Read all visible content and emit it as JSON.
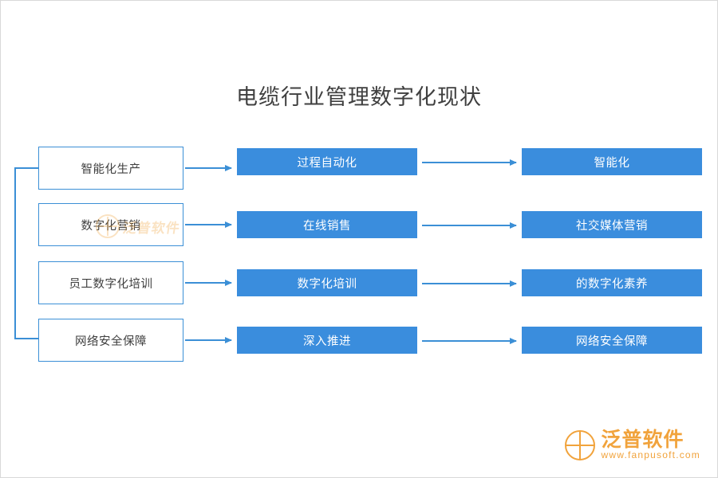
{
  "diagram": {
    "title": "电缆行业管理数字化现状",
    "accent_outline_color": "#3b8fd6",
    "accent_fill_color": "#3a8ddd",
    "rows": [
      {
        "left": "智能化生产",
        "middle": "过程自动化",
        "right": "智能化"
      },
      {
        "left": "数字化营销",
        "middle": "在线销售",
        "right": "社交媒体营销"
      },
      {
        "left": "员工数字化培训",
        "middle": "数字化培训",
        "right": "的数字化素养"
      },
      {
        "left": "网络安全保障",
        "middle": "深入推进",
        "right": "网络安全保障"
      }
    ]
  },
  "watermark": {
    "center_text": "泛普软件",
    "color": "#f0a33a"
  },
  "logo": {
    "cn": "泛普软件",
    "en": "www.fanpusoft.com",
    "color": "#f1a33c"
  }
}
